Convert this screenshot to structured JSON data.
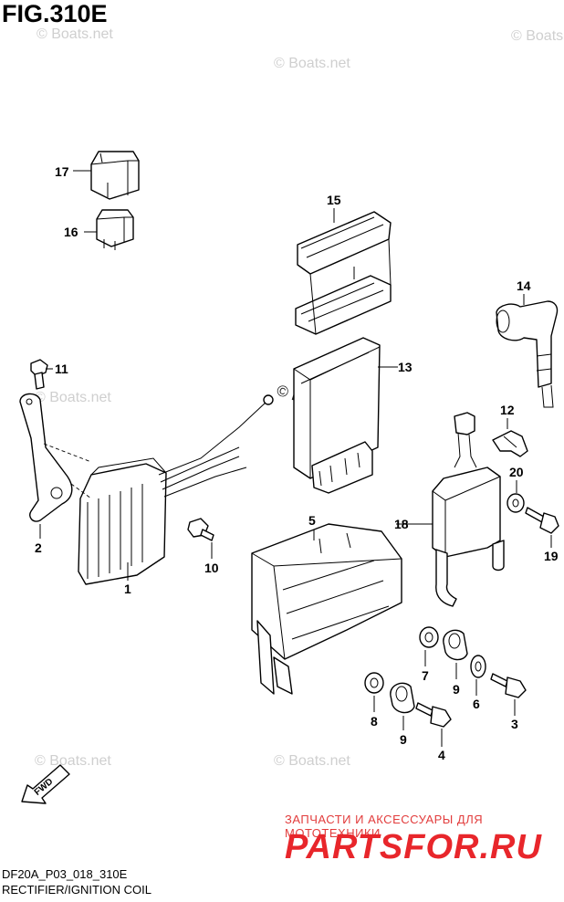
{
  "figure": {
    "title": "FIG.310E",
    "code": "DF20A_P03_018_310E",
    "section": "RECTIFIER/IGNITION COIL"
  },
  "watermark": "© Boats.net",
  "promo": {
    "tagline": "ЗАПЧАСТИ И АКСЕССУАРЫ ДЛЯ МОТОТЕХНИКИ",
    "logo": "PARTSFOR.RU"
  },
  "fwd_label": "FWD",
  "callouts": [
    "1",
    "2",
    "3",
    "4",
    "5",
    "6",
    "7",
    "8",
    "9",
    "9",
    "10",
    "11",
    "12",
    "13",
    "14",
    "15",
    "16",
    "17",
    "18",
    "19",
    "20"
  ]
}
